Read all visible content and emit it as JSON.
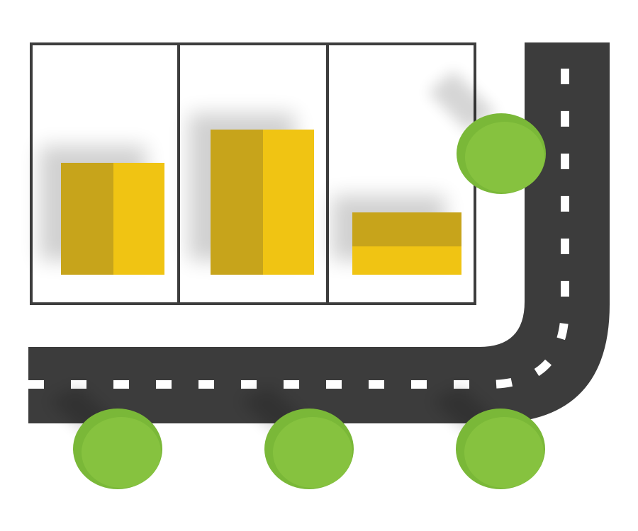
{
  "colors": {
    "background": "#ffffff",
    "road": "#3c3c3c",
    "lane_marking": "#ffffff",
    "panel_border": "#3d3d3d",
    "block_dark": "#c7a41b",
    "block_light": "#f0c413",
    "circle": "#7ab838",
    "circle_highlight": "#86c23f"
  },
  "panels": [
    {
      "name": "panel-1",
      "block_shape": "square",
      "icon": "yellow-block"
    },
    {
      "name": "panel-2",
      "block_shape": "tall",
      "icon": "yellow-block"
    },
    {
      "name": "panel-3",
      "block_shape": "flat",
      "icon": "yellow-block"
    }
  ],
  "road": {
    "shape": "L-curve",
    "lane_marking": "dashed"
  },
  "markers": [
    {
      "name": "marker-top-right",
      "icon": "green-circle"
    },
    {
      "name": "marker-bottom-1",
      "icon": "green-circle"
    },
    {
      "name": "marker-bottom-2",
      "icon": "green-circle"
    },
    {
      "name": "marker-bottom-3",
      "icon": "green-circle"
    }
  ]
}
